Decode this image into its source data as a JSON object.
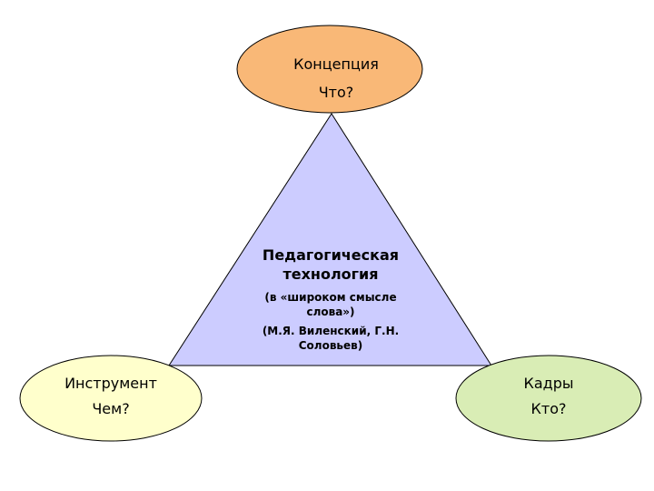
{
  "colors": {
    "triangle_fill": "#ccccff",
    "concept_fill": "#f9b877",
    "instrument_fill": "#ffffcc",
    "staff_fill": "#d9edb5",
    "outline": "#000000"
  },
  "center": {
    "title_line1": "Педагогическая",
    "title_line2": "технология",
    "note_line1": "(в «широком смысле",
    "note_line2": "слова»)",
    "authors_line1": "(М.Я. Виленский, Г.Н.",
    "authors_line2": "Соловьев)"
  },
  "nodes": {
    "concept": {
      "title": "Концепция",
      "question": "Что?"
    },
    "instrument": {
      "title": "Инструмент",
      "question": "Чем?"
    },
    "staff": {
      "title": "Кадры",
      "question": "Кто?"
    }
  }
}
